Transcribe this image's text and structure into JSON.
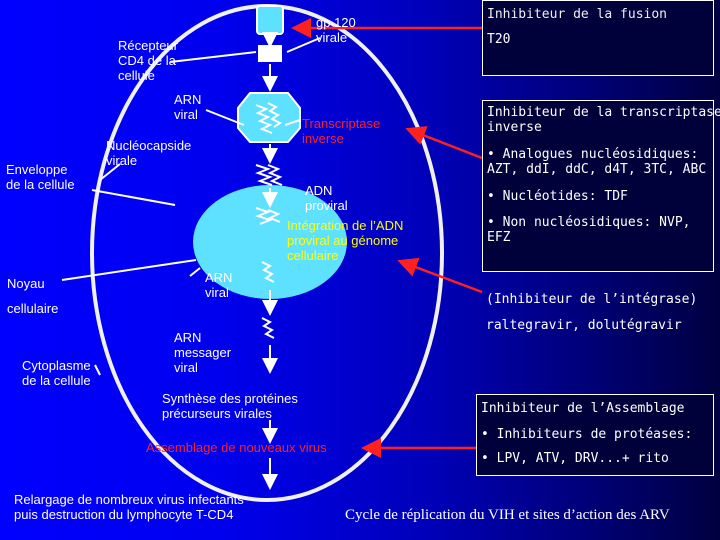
{
  "cell_labels": {
    "gp120": "gp 120\nvirale",
    "recepteur": "Récepteur\nCD4 de la\ncellule",
    "arn_viral_1": "ARN\nviral",
    "nucleocapside": "Nucléocapside\nvirale",
    "enveloppe": "Enveloppe\nde la cellule",
    "transcriptase": "Transcriptase\ninverse",
    "adn_proviral": "ADN\nproviral",
    "integration": "Intégration de l’ADN\nproviral au génome\ncellulaire",
    "noyau": "Noyau",
    "cellulaire": "cellulaire",
    "arn_viral_2": "ARN\nviral",
    "cytoplasme": "Cytoplasme\nde la cellule",
    "arn_messager": "ARN\nmessager\nviral",
    "synthese": "Synthèse des protéines\nprécurseurs virales",
    "assemblage": "Assemblage de nouveaux virus",
    "relargage": "Relargage de nombreux virus infectants\npuis destruction du lymphocyte T-CD4"
  },
  "inhibitors": {
    "fusion_title": "Inhibiteur de la fusion",
    "fusion_drug": "T20",
    "ti_title": "Inhibiteur de la transcriptase\ninverse",
    "ti_item1": "• Analogues nucléosidiques:\nAZT, ddI, ddC, d4T, 3TC, ABC",
    "ti_item2": "• Nucléotides: TDF",
    "ti_item3": "• Non nucléosidiques: NVP,\nEFZ",
    "integrase_title": "(Inhibiteur de l’intégrase)",
    "integrase_drugs": "raltegravir, dolutégravir",
    "assembly_title": "Inhibiteur de l’Assemblage",
    "assembly_item1": "• Inhibiteurs de protéases:",
    "assembly_item2": "• LPV, ATV, DRV...+ rito"
  },
  "footer_title": "Cycle de réplication du VIH et sites d’action des ARV",
  "colors": {
    "accent_red": "#ff2020",
    "label_yellow": "#ffff00",
    "nucleus": "#5ee0ff",
    "box_bg": "#00003a"
  }
}
